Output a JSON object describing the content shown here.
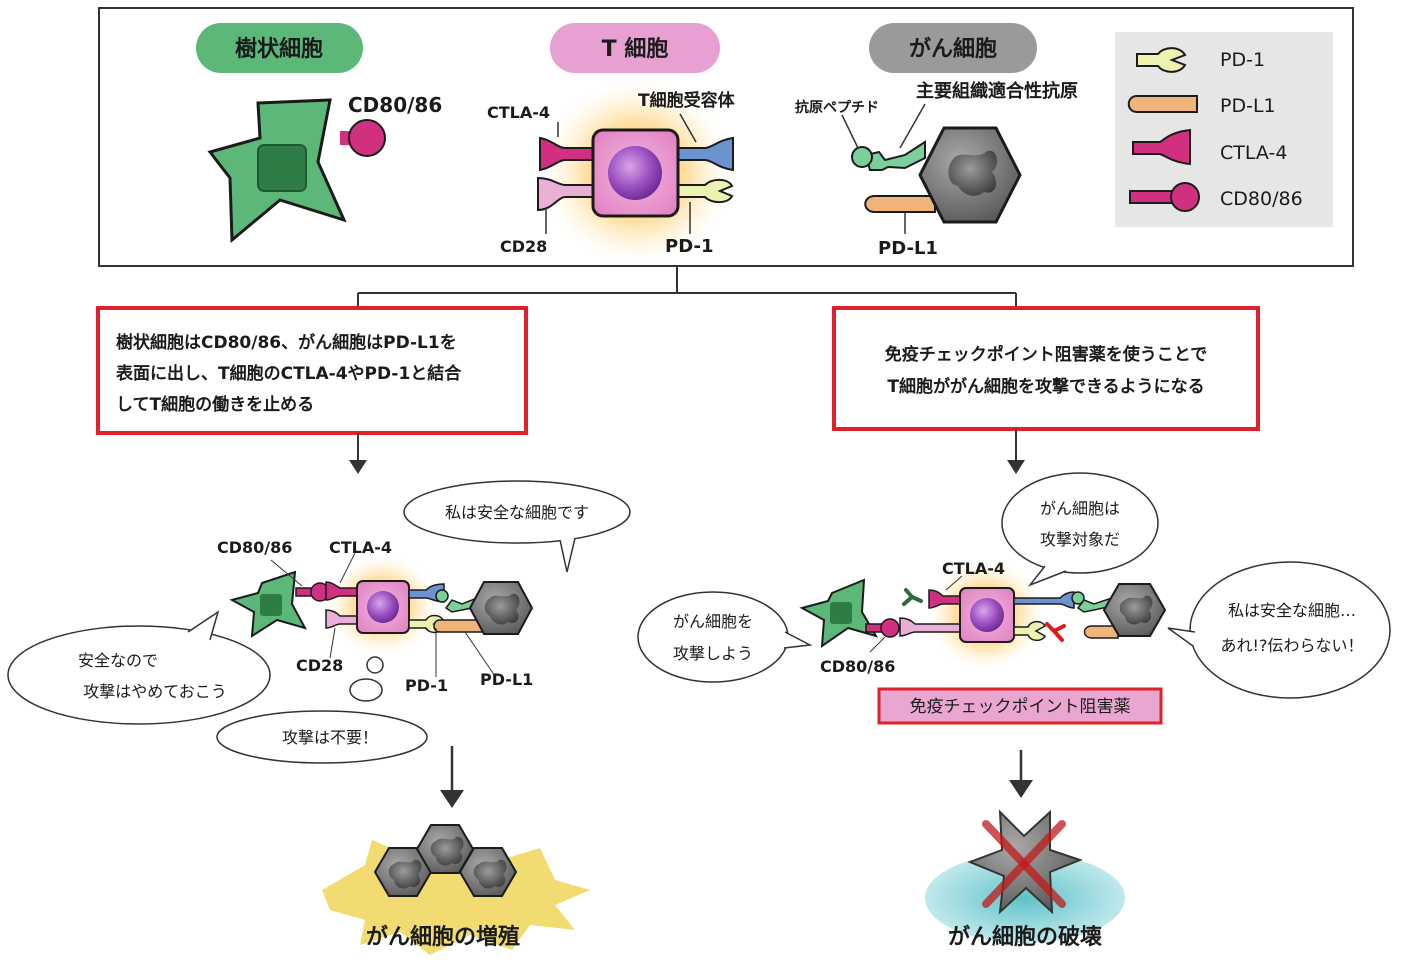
{
  "top": {
    "dendritic_title": "樹状細胞",
    "tcell_title": "T 細胞",
    "cancer_title": "がん細胞",
    "cd80_label": "CD80/86",
    "ctla4_label": "CTLA-4",
    "tcr_label": "T細胞受容体",
    "cd28_label": "CD28",
    "pd1_label": "PD-1",
    "antigen_peptide_label": "抗原ペプチド",
    "mhc_label": "主要組織適合性抗原",
    "pdl1_label": "PD-L1"
  },
  "legend": [
    {
      "label": "PD-1",
      "icon": "pd1-receptor-icon"
    },
    {
      "label": "PD-L1",
      "icon": "pdl1-ligand-icon"
    },
    {
      "label": "CTLA-4",
      "icon": "ctla4-receptor-icon"
    },
    {
      "label": "CD80/86",
      "icon": "cd80-ligand-icon"
    }
  ],
  "left_box": {
    "line1": "樹状細胞はCD80/86、がん細胞はPD-L1を",
    "line2": "表面に出し、T細胞のCTLA-4やPD-1と結合",
    "line3": "してT細胞の働きを止める"
  },
  "right_box": {
    "line1": "免疫チェックポイント阻害薬を使うことで",
    "line2": "T細胞ががん細胞を攻撃できるようになる"
  },
  "left_scene": {
    "bubble_safe_cell": "私は安全な細胞です",
    "bubble_stop_line1": "安全なので",
    "bubble_stop_line2": "攻撃はやめておこう",
    "bubble_no_attack": "攻撃は不要！",
    "cd80_label": "CD80/86",
    "ctla4_label": "CTLA-4",
    "cd28_label": "CD28",
    "pd1_label": "PD-1",
    "pdl1_label": "PD-L1",
    "result": "がん細胞の増殖"
  },
  "right_scene": {
    "bubble_target_line1": "がん細胞は",
    "bubble_target_line2": "攻撃対象だ",
    "bubble_attack_line1": "がん細胞を",
    "bubble_attack_line2": "攻撃しよう",
    "bubble_fail_line1": "私は安全な細胞…",
    "bubble_fail_line2": "あれ!?伝わらない！",
    "ctla4_label": "CTLA-4",
    "cd80_label": "CD80/86",
    "drug_label": "免疫チェックポイント阻害薬",
    "result": "がん細胞の破壊"
  },
  "colors": {
    "dendritic_green": "#5cb878",
    "tcell_pink": "#e07fc0",
    "cancer_gray": "#6e6e6e",
    "ctla4_magenta": "#d0307f",
    "pd1_yellow": "#eef2b0",
    "pdl1_orange": "#f0b47a",
    "tcr_blue": "#6a93cf",
    "mhc_green": "#7ccf9a",
    "alert_red": "#e0202a",
    "drug_red": "#e01a1a"
  }
}
